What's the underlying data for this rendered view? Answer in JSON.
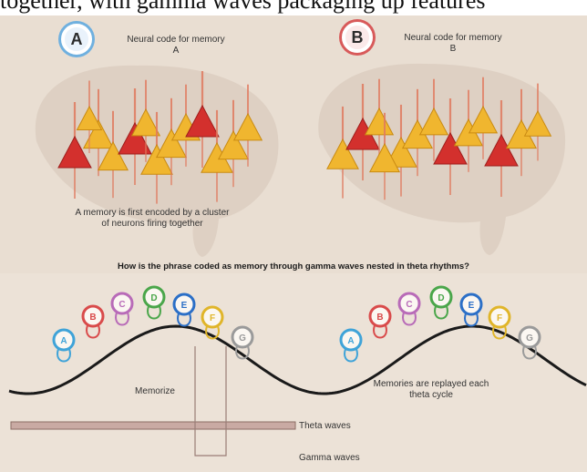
{
  "caption_top": "together, with gamma waves packaging up features",
  "panels": [
    {
      "letter": "A",
      "title": "Neural code for memory A",
      "colors": {
        "ring": "#6fb0df",
        "fill": "#e9f2fb"
      }
    },
    {
      "letter": "B",
      "title": "Neural code for memory B",
      "colors": {
        "ring": "#d85a5a",
        "fill": "#fbe9e9"
      }
    }
  ],
  "annotation_A": "A memory is first encoded by a cluster of neurons firing together",
  "divider_caption": "How is the phrase coded as memory through gamma waves nested in theta rhythms?",
  "sequence_letters": [
    "A",
    "B",
    "C",
    "D",
    "E",
    "F",
    "G"
  ],
  "sequence_colors": [
    "#3fa3d8",
    "#d94b4b",
    "#b86bb8",
    "#4aa64a",
    "#2b6fc7",
    "#e0b52a",
    "#9a9a9a"
  ],
  "label_left": "Memorize",
  "label_right": "Memories are replayed each theta cycle",
  "theta_label": "Theta waves",
  "gamma_label": "Gamma waves"
}
